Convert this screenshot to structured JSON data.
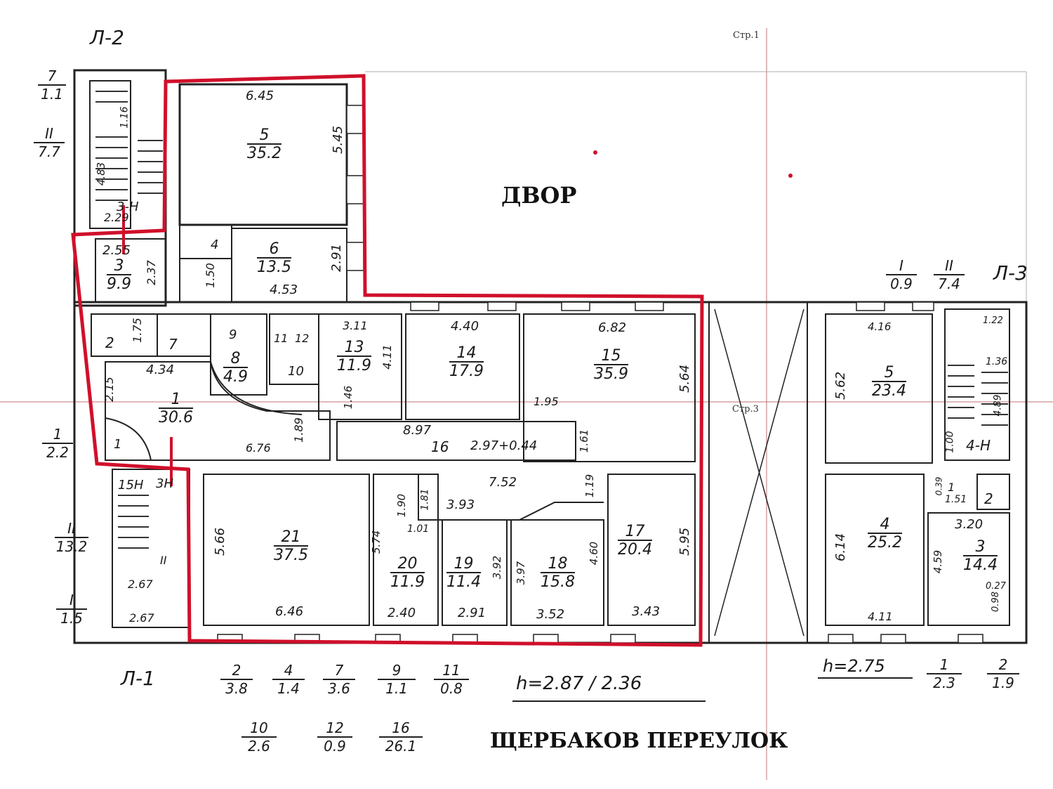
{
  "sheet": {
    "page1_mark": "Стр.1",
    "page3_mark": "Стр.3",
    "yard_label": "ДВОР",
    "street_label": "ЩЕРБАКОВ ПЕРЕУЛОК",
    "height_left": "h=2.87 / 2.36",
    "height_right": "h=2.75"
  },
  "stairs": {
    "l1": "Л-1",
    "l2": "Л-2",
    "l3": "Л-3"
  },
  "left_annotations": {
    "l2_top": [
      "7",
      "1.1"
    ],
    "l2_mid": [
      "II",
      "7.7"
    ],
    "side_1": [
      "1",
      "2.2"
    ],
    "side_2": [
      "II",
      "13.2"
    ],
    "side_3": [
      "I",
      "1.5"
    ]
  },
  "right_annotations": {
    "r1": [
      "I",
      "0.9"
    ],
    "r2": [
      "II",
      "7.4"
    ]
  },
  "rooms": [
    {
      "no": "5",
      "area": "35.2"
    },
    {
      "no": "6",
      "area": "13.5"
    },
    {
      "no": "3",
      "area": "9.9"
    },
    {
      "no": "1",
      "area": "30.6"
    },
    {
      "no": "8",
      "area": "4.9"
    },
    {
      "no": "13",
      "area": "11.9"
    },
    {
      "no": "14",
      "area": "17.9"
    },
    {
      "no": "15",
      "area": "35.9"
    },
    {
      "no": "21",
      "area": "37.5"
    },
    {
      "no": "20",
      "area": "11.9"
    },
    {
      "no": "19",
      "area": "11.4"
    },
    {
      "no": "18",
      "area": "15.8"
    },
    {
      "no": "17",
      "area": "20.4"
    },
    {
      "no": "5",
      "area": "23.4"
    },
    {
      "no": "4",
      "area": "25.2"
    },
    {
      "no": "3",
      "area": "14.4"
    }
  ],
  "small_labels": [
    "2",
    "7",
    "9",
    "10",
    "11",
    "12",
    "16",
    "4",
    "1",
    "2",
    "4-Н",
    "3-Н",
    "15Н",
    "3Н",
    "II",
    "1"
  ],
  "dims": [
    "6.45",
    "5.45",
    "2.91",
    "4.53",
    "1.50",
    "2.55",
    "2.37",
    "2.29",
    "4.83",
    "1.16",
    "3.11",
    "4.11",
    "4.40",
    "6.82",
    "5.64",
    "1.95",
    "4.34",
    "2.15",
    "1.75",
    "1.46",
    "1.89",
    "8.97",
    "2.97+0.44",
    "1.61",
    "6.76",
    "7.52",
    "1.19",
    "3.93",
    "1.81",
    "1.01",
    "1.90",
    "5.66",
    "6.46",
    "5.74",
    "2.40",
    "3.92",
    "2.91",
    "3.97",
    "4.60",
    "3.52",
    "5.95",
    "3.43",
    "2.67",
    "2.67",
    "4.16",
    "5.62",
    "1.00",
    "6.14",
    "4.11",
    "4.59",
    "3.20",
    "0.27",
    "0.98",
    "1.51",
    "0.39",
    "4.89",
    "1.36",
    "1.22"
  ],
  "legend": [
    {
      "top": "2",
      "bottom": "3.8"
    },
    {
      "top": "4",
      "bottom": "1.4"
    },
    {
      "top": "7",
      "bottom": "3.6"
    },
    {
      "top": "9",
      "bottom": "1.1"
    },
    {
      "top": "11",
      "bottom": "0.8"
    },
    {
      "top": "10",
      "bottom": "2.6"
    },
    {
      "top": "12",
      "bottom": "0.9"
    },
    {
      "top": "16",
      "bottom": "26.1"
    },
    {
      "top": "1",
      "bottom": "2.3"
    },
    {
      "top": "2",
      "bottom": "1.9"
    }
  ],
  "colors": {
    "outline": "#d0102b",
    "wall": "#222222",
    "guide": "#b05050"
  }
}
